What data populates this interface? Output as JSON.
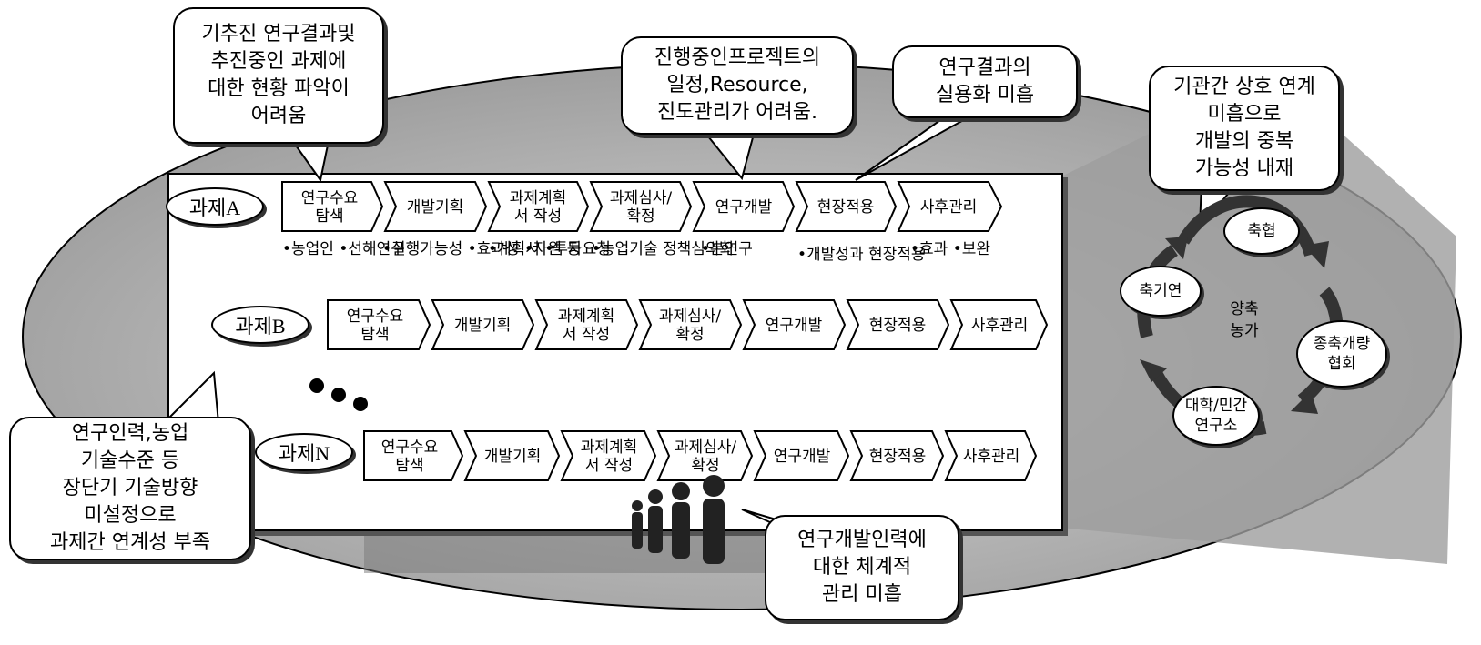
{
  "rows": [
    {
      "label": "과제A",
      "steps": [
        "연구수요\n탐색",
        "개발기획",
        "과제계획\n서 작성",
        "과제심사/\n확정",
        "연구개발",
        "현장적용",
        "사후관리"
      ],
      "notes": [
        "•농업인\n•선해연구",
        "•실행가능성\n•효과성\n•자원 등",
        "•계획서\n•투자요청",
        "•농업기술\n정책심의회",
        "•본연구",
        "•개발성과\n현장적용",
        "•효과\n•보완"
      ]
    },
    {
      "label": "과제B",
      "steps": [
        "연구수요\n탐색",
        "개발기획",
        "과제계획\n서 작성",
        "과제심사/\n확정",
        "연구개발",
        "현장적용",
        "사후관리"
      ]
    },
    {
      "label": "과제N",
      "steps": [
        "연구수요\n탐색",
        "개발기획",
        "과제계획\n서 작성",
        "과제심사/\n확정",
        "연구개발",
        "현장적용",
        "사후관리"
      ]
    }
  ],
  "callouts": [
    "기추진 연구결과및\n추진중인 과제에\n대한 현황 파악이\n어려움",
    "진행중인프로젝트의\n일정,Resource,\n진도관리가 어려움.",
    "연구결과의\n실용화 미흡",
    "기관간 상호 연계\n미흡으로\n개발의 중복\n가능성 내재",
    "연구인력,농업\n기술수준 등\n장단기 기술방향\n미설정으로\n과제간 연계성 부족",
    "연구개발인력에\n대한 체계적\n관리 미흡"
  ],
  "cycle": {
    "center": "양축\n농가",
    "nodes": [
      "축협",
      "축기연",
      "종축개량\n협회",
      "대학/민간\n연구소"
    ]
  },
  "colors": {
    "ellipse": "#bdbdbd",
    "shadow": "#555555",
    "line": "#000000"
  }
}
